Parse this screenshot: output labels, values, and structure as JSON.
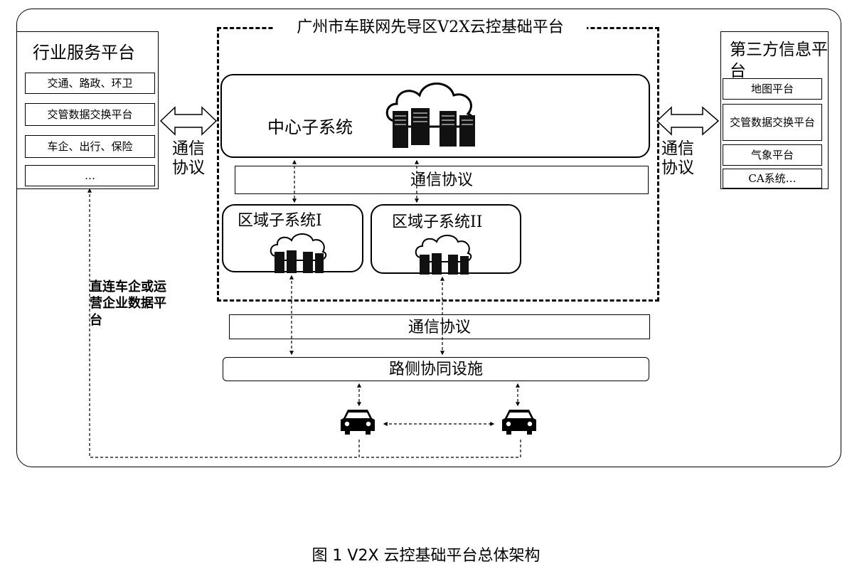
{
  "region_title": "广州市车联网先导区V2X云控基础平台",
  "left_panel": {
    "title": "行业服务平台",
    "items": [
      "交通、路政、环卫",
      "交管数据交换平台",
      "车企、出行、保险",
      "…"
    ]
  },
  "right_panel": {
    "title": "第三方信息平台",
    "items": [
      "地图平台",
      "交管数据交换平台",
      "气象平台",
      "CA系统…"
    ]
  },
  "center_subsystem": "中心子系统",
  "region_sys_1": "区域子系统I",
  "region_sys_2": "区域子系统II",
  "comm_protocol_left": "通信协议",
  "comm_protocol_right": "通信协议",
  "comm_protocol_bar_upper": "通信协议",
  "comm_protocol_bar_lower": "通信协议",
  "roadside": "路侧协同设施",
  "direct_link_label": "直连车企或运营企业数据平台",
  "caption": "图 1 V2X 云控基础平台总体架构",
  "icons": [
    "cloud-server-icon",
    "car-icon",
    "double-arrow-icon"
  ]
}
